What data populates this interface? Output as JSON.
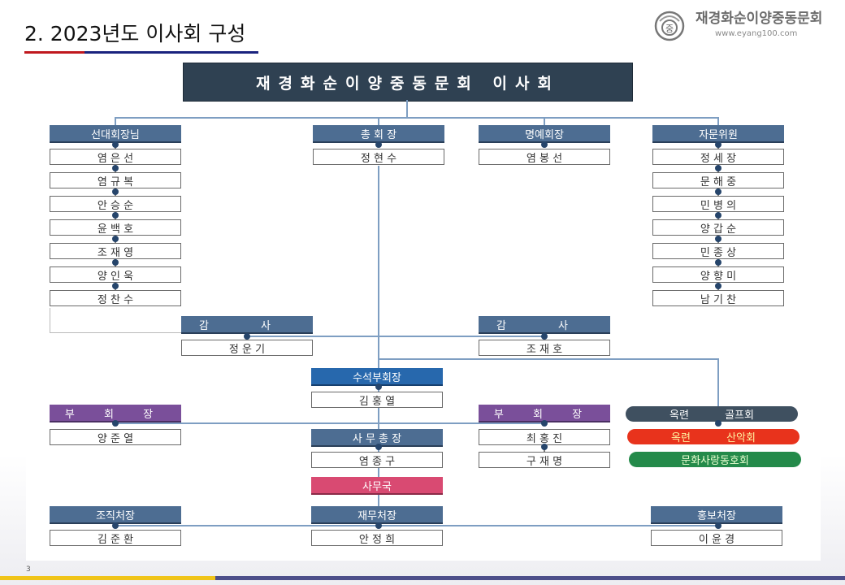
{
  "slide": {
    "title": "2. 2023년도 이사회 구성",
    "page_number": "3"
  },
  "logo": {
    "name": "재경화순이양중동문회",
    "url": "www.eyang100.com"
  },
  "org": {
    "banner": "재경화순이양중동문회 이사회",
    "past_chairs": {
      "title": "선대회장님",
      "members": [
        "염 은 선",
        "염 규 복",
        "안 승 순",
        "윤 백 호",
        "조 재 영",
        "양 인 욱",
        "정 찬 수"
      ]
    },
    "president": {
      "title": "총 회 장",
      "members": [
        "정 현 수"
      ]
    },
    "honorary": {
      "title": "명예회장",
      "members": [
        "염 봉 선"
      ]
    },
    "advisors": {
      "title": "자문위원",
      "members": [
        "정 세 장",
        "문 해 중",
        "민 병 의",
        "양 갑 순",
        "민 종 상",
        "양 향 미",
        "남 기 찬"
      ]
    },
    "auditor_left": {
      "title": "감 사",
      "members": [
        "정 운 기"
      ]
    },
    "auditor_right": {
      "title": "감 사",
      "members": [
        "조 재 호"
      ]
    },
    "senior_vp": {
      "title": "수석부회장",
      "members": [
        "김 홍 열"
      ]
    },
    "vp_left": {
      "title": "부 회 장",
      "members": [
        "양 준 열"
      ]
    },
    "secretary_general": {
      "title": "사 무 총 장",
      "members": [
        "염 종 구"
      ]
    },
    "vp_right": {
      "title": "부 회 장",
      "members": [
        "최 홍 진",
        "구 재 명"
      ]
    },
    "clubs": [
      "옥련 골프회",
      "옥련 산악회",
      "문화사랑동호회"
    ],
    "secretariat": {
      "title": "사무국"
    },
    "org_chief": {
      "title": "조직처장",
      "members": [
        "김 준 환"
      ]
    },
    "finance_chief": {
      "title": "재무처장",
      "members": [
        "안 정 희"
      ]
    },
    "pr_chief": {
      "title": "홍보처장",
      "members": [
        "이 윤 경"
      ]
    }
  },
  "colors": {
    "banner": "#2f4152",
    "header_steel": "#4d6d92",
    "header_purple": "#7a4f9a",
    "header_blue": "#2768ad",
    "header_pink": "#d94a72",
    "club_dark": "#3f5060",
    "club_red": "#e8331c",
    "club_green": "#248a4a"
  }
}
